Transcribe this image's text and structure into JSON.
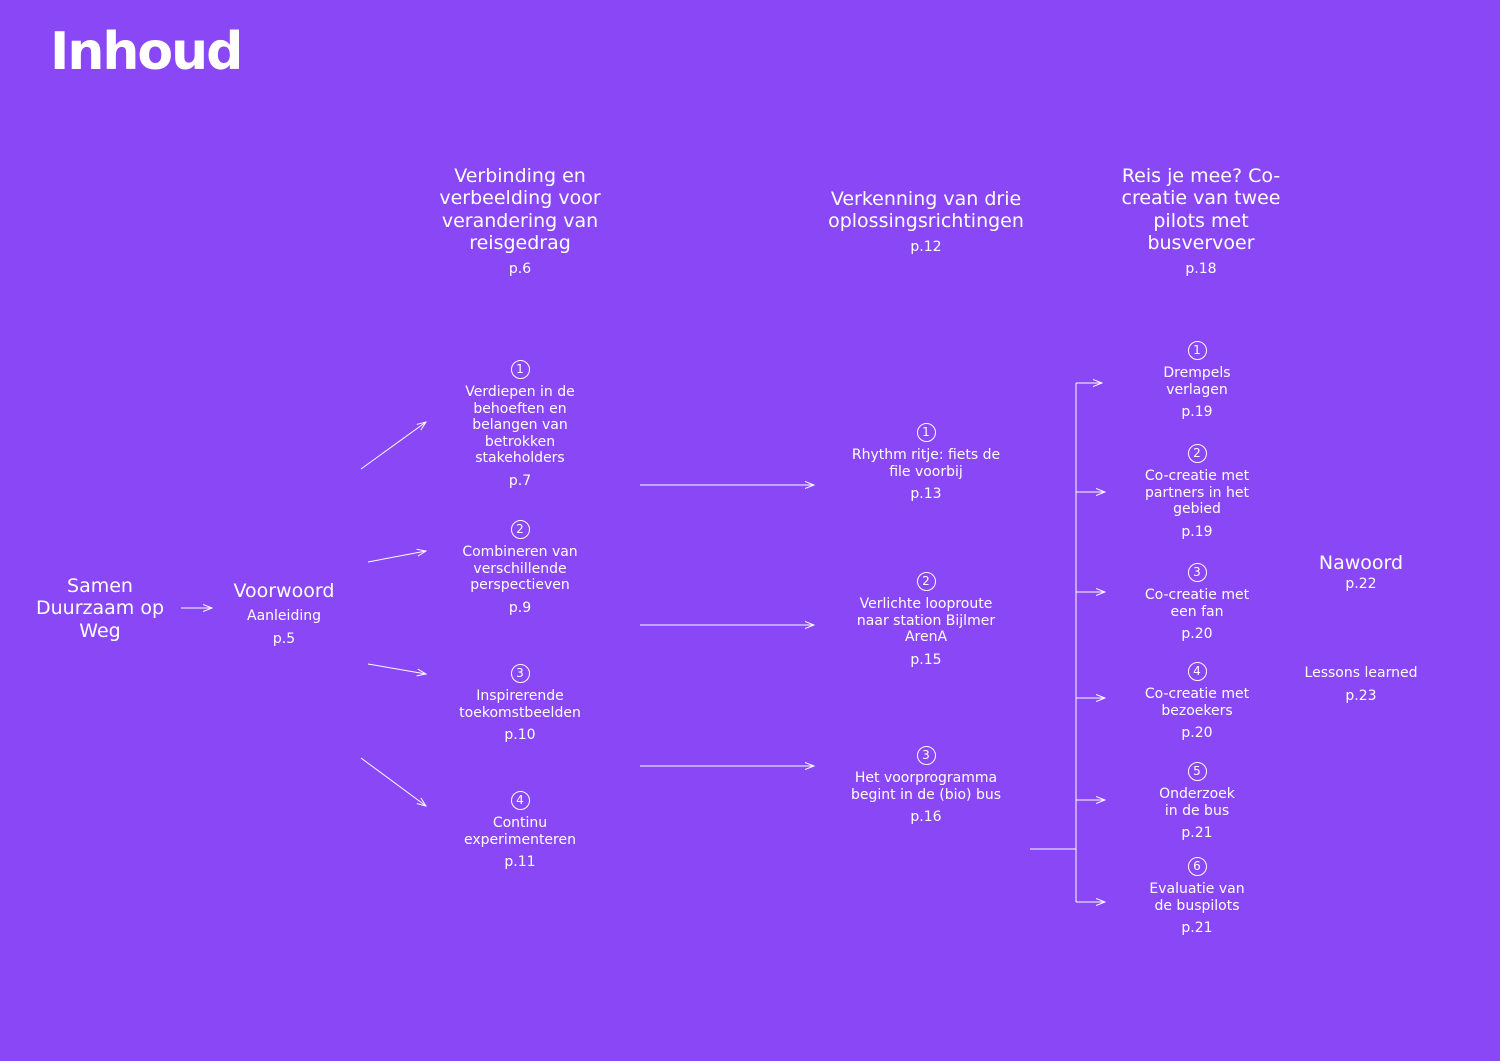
{
  "title": "Inhoud",
  "start": {
    "label": "Samen Duurzaam op Weg"
  },
  "voorwoord": {
    "label": "Voorwoord",
    "sub": "Aanleiding",
    "page": "p.5"
  },
  "sections": [
    {
      "label": "Verbinding en verbeelding voor verandering van reisgedrag",
      "page": "p.6"
    },
    {
      "label": "Verkenning van drie oplossingsrichtingen",
      "page": "p.12"
    },
    {
      "label": "Reis je mee? Co-creatie van twee pilots met busvervoer",
      "page": "p.18"
    }
  ],
  "col1": [
    {
      "num": "1",
      "label": "Verdiepen in de behoeften en belangen van betrokken stakeholders",
      "page": "p.7"
    },
    {
      "num": "2",
      "label": "Combineren van verschillende perspectieven",
      "page": "p.9"
    },
    {
      "num": "3",
      "label": "Inspirerende toekomstbeelden",
      "page": "p.10"
    },
    {
      "num": "4",
      "label": "Continu experimenteren",
      "page": "p.11"
    }
  ],
  "col2": [
    {
      "num": "1",
      "label": "Rhythm ritje: fiets de file voorbij",
      "page": "p.13"
    },
    {
      "num": "2",
      "label": "Verlichte looproute naar station Bijlmer ArenA",
      "page": "p.15"
    },
    {
      "num": "3",
      "label": "Het voorprogramma begint in de (bio) bus",
      "page": "p.16"
    }
  ],
  "col3": [
    {
      "num": "1",
      "label": "Drempels verlagen",
      "page": "p.19"
    },
    {
      "num": "2",
      "label": "Co-creatie met partners in het gebied",
      "page": "p.19"
    },
    {
      "num": "3",
      "label": "Co-creatie met een fan",
      "page": "p.20"
    },
    {
      "num": "4",
      "label": "Co-creatie met bezoekers",
      "page": "p.20"
    },
    {
      "num": "5",
      "label": "Onderzoek in de bus",
      "page": "p.21"
    },
    {
      "num": "6",
      "label": "Evaluatie van de buspilots",
      "page": "p.21"
    }
  ],
  "nawoord": {
    "label": "Nawoord",
    "page": "p.22"
  },
  "lessons": {
    "label": "Lessons learned",
    "page": "p.23"
  },
  "colors": {
    "background": "#8a47f5",
    "foreground": "#ffffff"
  }
}
